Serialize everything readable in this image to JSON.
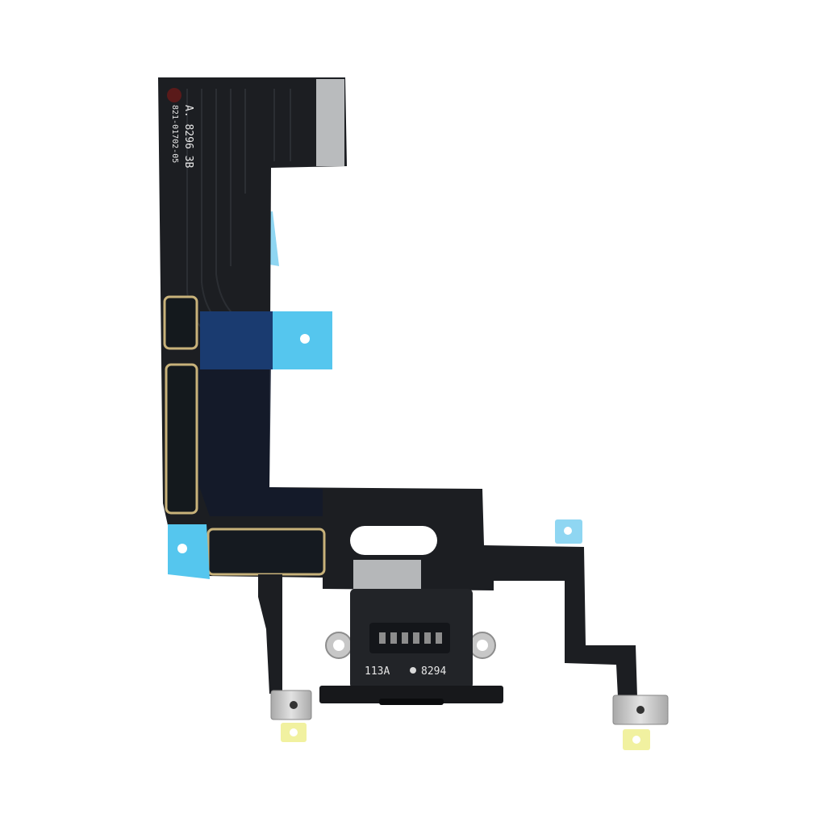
{
  "photo": {
    "board_markings": {
      "line1": "A. 8296 3B",
      "line2": "821-01702-05"
    },
    "connector_markings": {
      "left": "113A",
      "right": "8294"
    }
  },
  "colors": {
    "background": "#ffffff",
    "flex_cable": "#1c1e22",
    "blue_sticker": "#8fd6f2",
    "cyan_sticker": "#55c6ee",
    "gold_outline": "#c8b27a",
    "metal": "#c9c9c9",
    "yellow_pad": "#f1f1a0"
  }
}
